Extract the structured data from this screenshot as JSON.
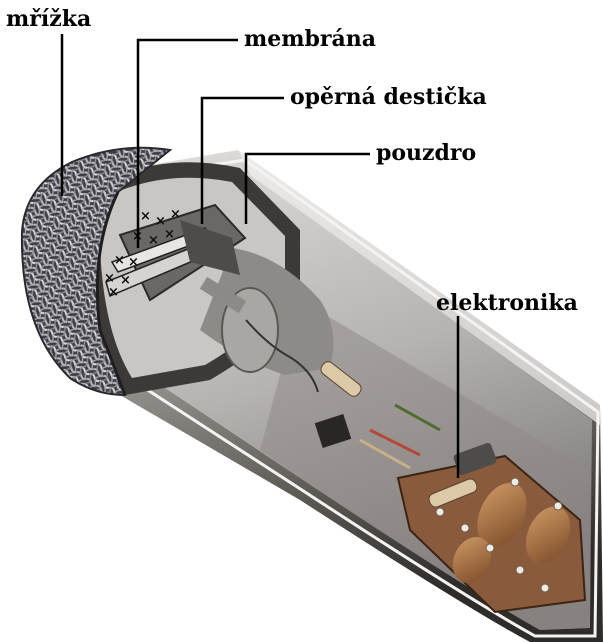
{
  "labels": {
    "grille": "mřížka",
    "membrane": "membrána",
    "backplate": "opěrná destička",
    "housing": "pouzdro",
    "electronics": "elektronika"
  },
  "colors": {
    "background": "#ffffff",
    "housing_outer": "#8e8a86",
    "housing_light": "#d9d7d6",
    "housing_dark": "#3a3634",
    "interior": "#b9b7b6",
    "grille": "#5a5a5e",
    "pcb": "#8a5a3c",
    "capacitor": "#b07848",
    "leader_line": "#000000"
  }
}
